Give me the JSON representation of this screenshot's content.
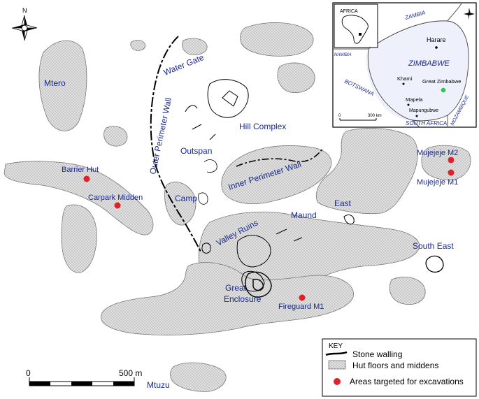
{
  "colors": {
    "label": "#1a2a8c",
    "excavation_dot": "#e0202a",
    "hut_fill": "#d4d4d4",
    "hut_stroke": "#777777"
  },
  "compass": {
    "north": "N",
    "icon": "compass-rose-icon"
  },
  "labels": {
    "mtero": "Mtero",
    "water_gate": "Water Gate",
    "outer_perimeter_wall": "Outer Perimeter Wall",
    "hill_complex": "Hill Complex",
    "outspan": "Outspan",
    "inner_perimeter_wall": "Inner Perimeter Wall",
    "camp": "Camp",
    "maund": "Maund",
    "east": "East",
    "valley_ruins": "Valley Ruins",
    "south_east": "South East",
    "great": "Great",
    "enclosure": "Enclosure",
    "mtuzu": "Mtuzu"
  },
  "excavation_sites": {
    "barrier_hut": "Barrier Hut",
    "carpark_midden": "Carpark Midden",
    "mujejeje_m2": "Mujejeje M2",
    "mujejeje_m1": "Mujejeje M1",
    "fireguard_m1": "Fireguard M1"
  },
  "inset": {
    "africa": "AFRICA",
    "zambia": "ZAMBIA",
    "harare": "Harare",
    "namibia": "NAMIBIA",
    "zimbabwe": "ZIMBABWE",
    "khami": "Khami",
    "great_zimbabwe": "Great Zimbabwe",
    "botswana": "BOTSWANA",
    "mapela": "Mapela",
    "mapungubwe": "Mapungubwe",
    "mozambique": "MOZAMBIQUE",
    "south_africa": "SOUTH AFRICA",
    "scale_start": "0",
    "scale_end": "300 km",
    "great_zimbabwe_dot_color": "#2ecc40"
  },
  "key": {
    "title": "KEY",
    "stone_walling": "Stone walling",
    "hut_floors": "Hut floors and middens",
    "excavation_areas": "Areas targeted for excavations"
  },
  "scale_bar": {
    "start": "0",
    "end": "500 m"
  }
}
